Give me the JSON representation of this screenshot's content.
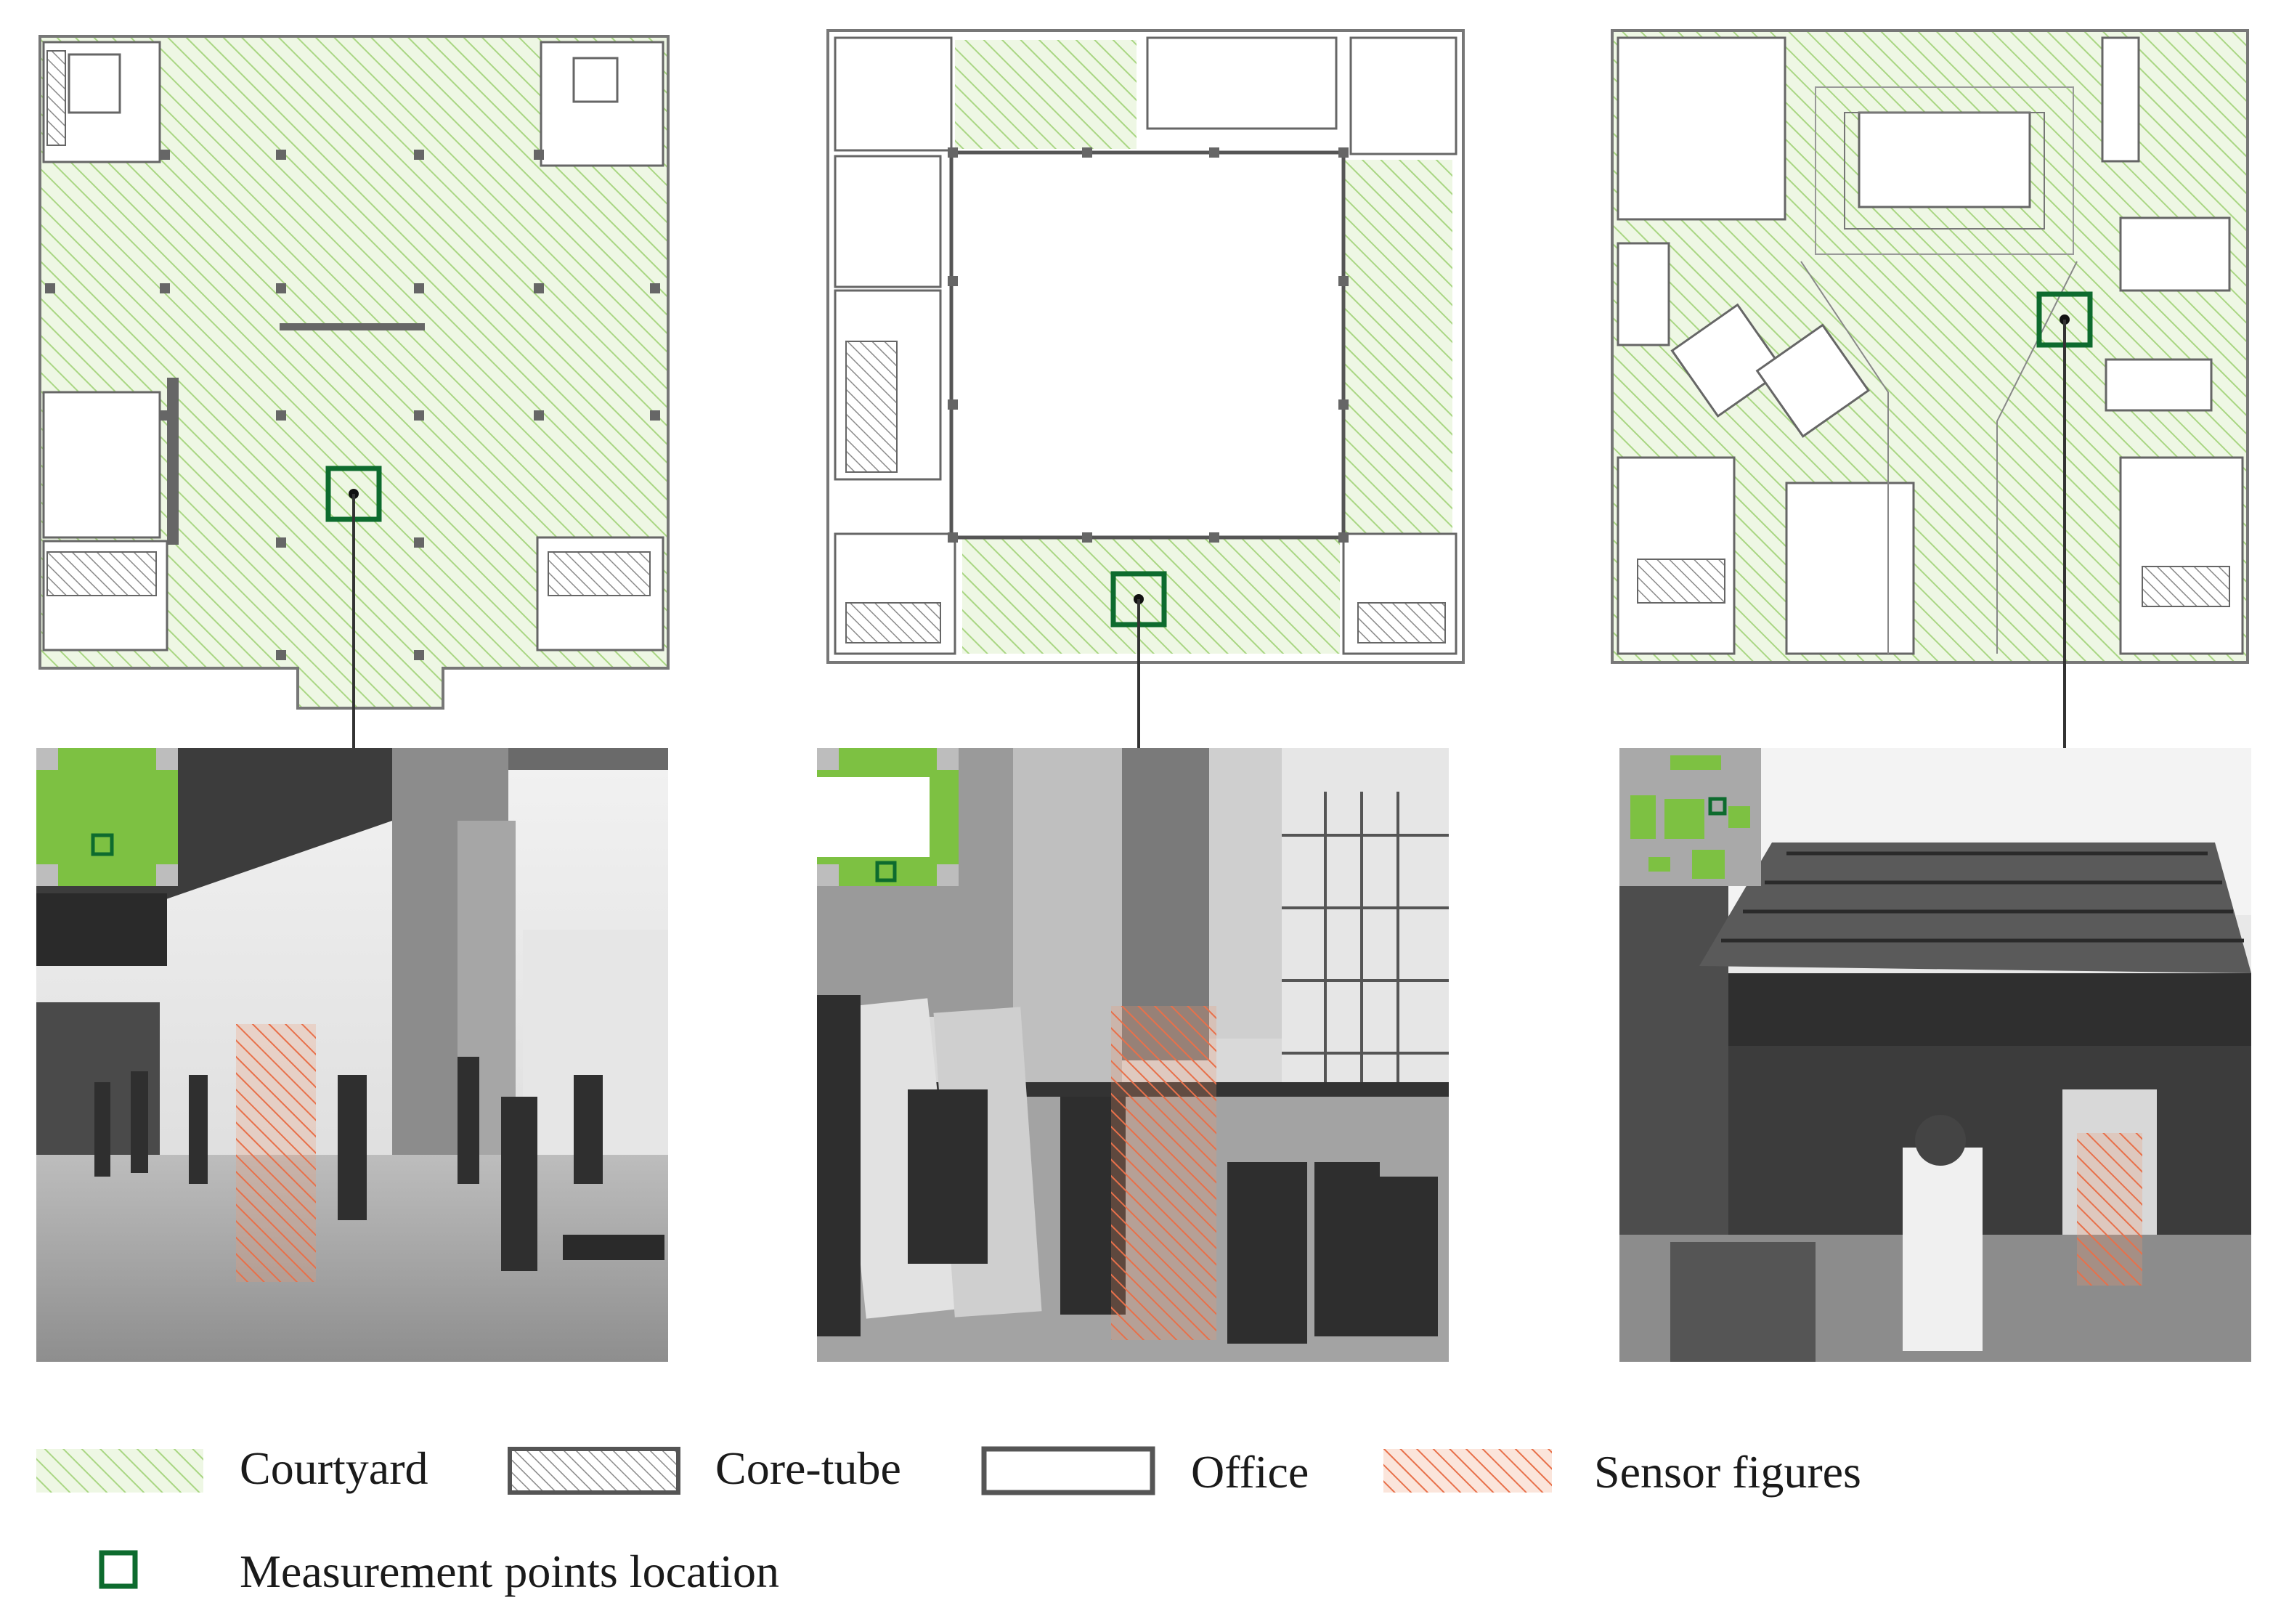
{
  "colors": {
    "courtyard_hatch": "#9fd07a",
    "core_tube_hatch": "#9a9a9a",
    "office_outline": "#555555",
    "sensor_hatch": "#e8704a",
    "measurement_point": "#0d6b2e",
    "inset_green": "#7dc142"
  },
  "legend": {
    "courtyard": "Courtyard",
    "core_tube": "Core-tube",
    "office": "Office",
    "sensor_figures": "Sensor figures",
    "measurement_points": "Measurement points location"
  }
}
